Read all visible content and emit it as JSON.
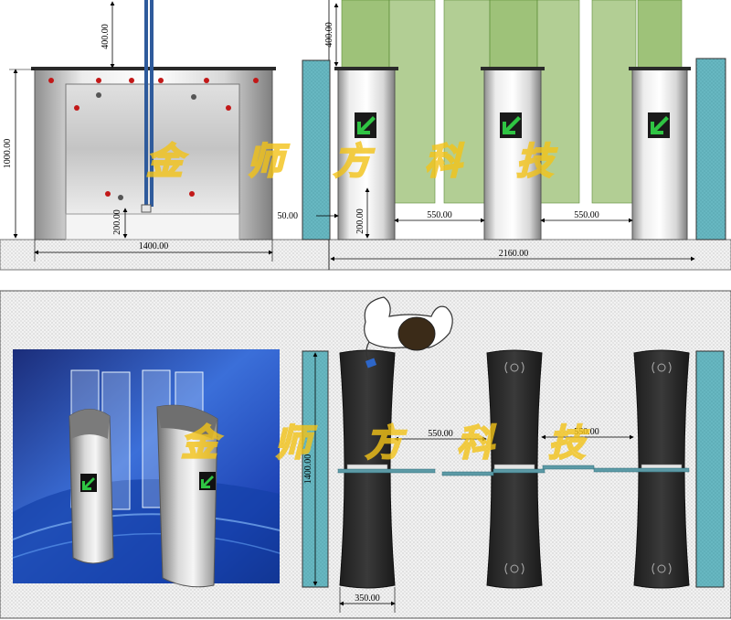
{
  "dimensions": {
    "front_height_top": "400.00",
    "front_height": "1000.00",
    "front_bottom_gap": "200.00",
    "front_width": "1400.00",
    "side_height_top": "400.00",
    "side_wall_gap": "50.00",
    "side_bottom_gap": "200.00",
    "side_lane_1": "550.00",
    "side_lane_2": "550.00",
    "side_total_width": "2160.00",
    "plan_lane_1": "550.00",
    "plan_lane_2": "550.00",
    "plan_depth": "1400.00",
    "plan_cabinet_width": "350.00"
  },
  "watermark": {
    "c1": "金",
    "c2": "师",
    "c3": "方",
    "c4": "科",
    "c5": "技"
  },
  "colors": {
    "glass": "#7ead4c",
    "wall": "#67b7c1",
    "floor": "#ececec",
    "cabinet_top": "#2d2d2d",
    "arrow_green": "#2fc443",
    "watermark": "#f3c318"
  },
  "icons": {
    "direction": "green-arrow-down-left-icon",
    "rfid": "card-reader-icon"
  }
}
